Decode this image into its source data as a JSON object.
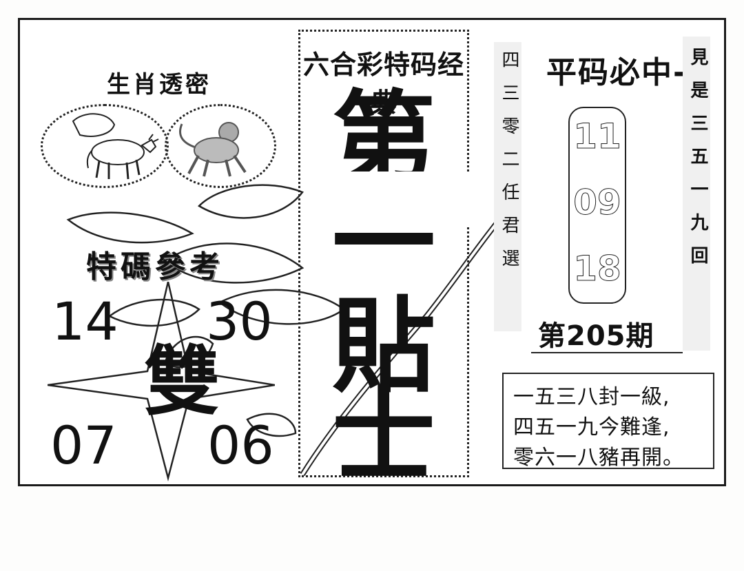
{
  "zodiac": {
    "title": "生肖透密",
    "animals": [
      "ox-icon",
      "monkey-icon"
    ]
  },
  "tema": {
    "label": "特碼參考",
    "numbers_top": [
      "14",
      "30"
    ],
    "big_char": "雙",
    "numbers_bottom": [
      "07",
      "06"
    ]
  },
  "middle": {
    "title": "六合彩特码经典",
    "chars": [
      "第",
      "一",
      "貼",
      "士"
    ]
  },
  "right": {
    "vertical_left": "四三零二任君選",
    "heading": "平码必中-",
    "vertical_right": "見是三五一九回",
    "numbers": [
      "11",
      "09",
      "18"
    ],
    "issue": "第205期",
    "poem": [
      "一五三八封一級,",
      "四五一九今難逢,",
      "零六一八豬再開。"
    ]
  }
}
